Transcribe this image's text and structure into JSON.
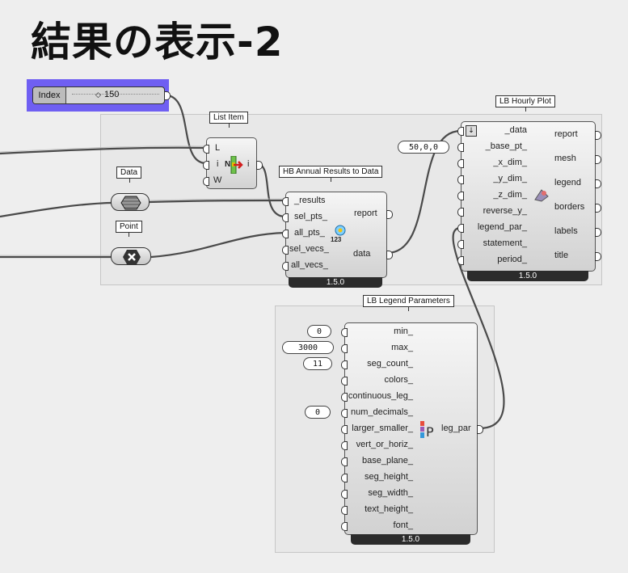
{
  "title": "結果の表示-2",
  "slider": {
    "label": "Index",
    "value": "150"
  },
  "list_item": {
    "tag": "List Item",
    "inputs": [
      "L",
      "i",
      "W"
    ],
    "outputs": [
      "i"
    ],
    "icon_letter": "N"
  },
  "data_param": {
    "tag": "Data"
  },
  "point_param": {
    "tag": "Point"
  },
  "hb_annual": {
    "tag": "HB Annual Results to Data",
    "inputs": [
      "_results",
      "sel_pts_",
      "all_pts_",
      "sel_vecs_",
      "all_vecs_"
    ],
    "outputs": [
      "report",
      "data"
    ],
    "icon_text": "123",
    "version": "1.5.0"
  },
  "lb_hourly": {
    "tag": "LB Hourly Plot",
    "inputs": [
      "_data",
      "_base_pt_",
      "_x_dim_",
      "_y_dim_",
      "_z_dim_",
      "reverse_y_",
      "legend_par_",
      "statement_",
      "period_"
    ],
    "outputs": [
      "report",
      "mesh",
      "legend",
      "borders",
      "labels",
      "title"
    ],
    "base_pt_value": "50,0,0",
    "version": "1.5.0"
  },
  "lb_legend": {
    "tag": "LB Legend Parameters",
    "inputs": [
      "min_",
      "max_",
      "seg_count_",
      "colors_",
      "continuous_leg_",
      "num_decimals_",
      "larger_smaller_",
      "vert_or_horiz_",
      "base_plane_",
      "seg_height_",
      "seg_width_",
      "text_height_",
      "font_"
    ],
    "outputs": [
      "leg_par"
    ],
    "values": {
      "min": "0",
      "max": "3000",
      "seg_count": "11",
      "num_decimals": "0"
    },
    "version": "1.5.0"
  }
}
